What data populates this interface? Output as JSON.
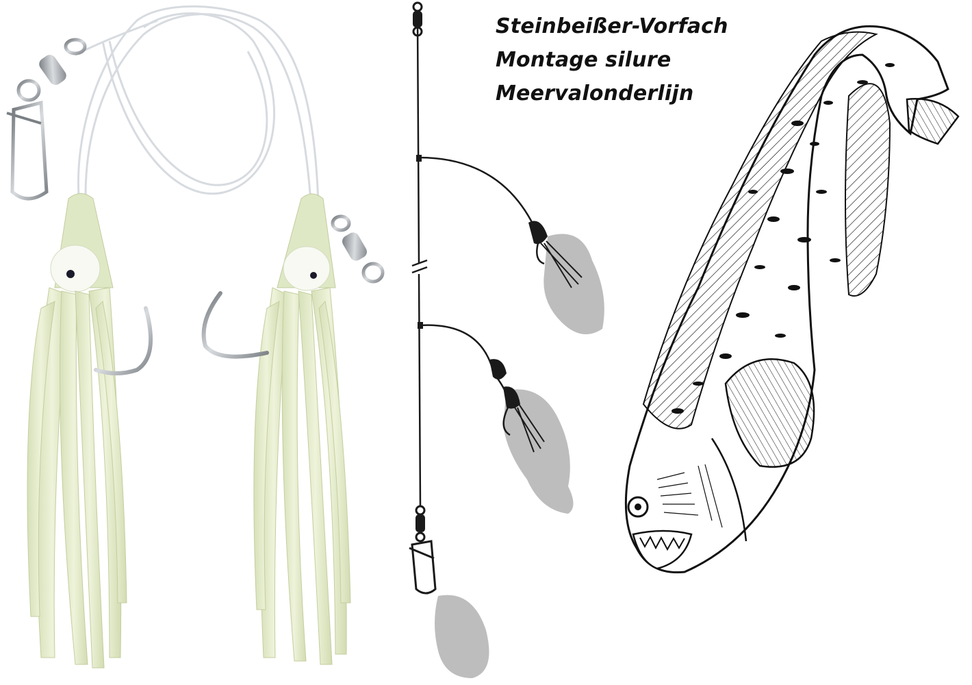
{
  "titles": {
    "de": "Steinbeißer-Vorfach",
    "fr": "Montage silure",
    "nl": "Meervalonderlijn"
  },
  "colors": {
    "lure_glow": "#e4eccb",
    "lure_shadow": "#c9d3ab",
    "line": "#1a1a1a",
    "bait_grey": "#bdbdbd",
    "hook_steel": "#8a8f94"
  },
  "icons": {
    "swivel": "swivel-icon",
    "snap": "snap-icon",
    "hook": "hook-icon",
    "fish": "wolffish-icon"
  }
}
